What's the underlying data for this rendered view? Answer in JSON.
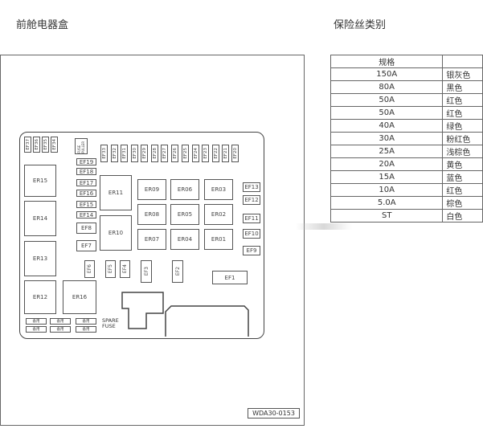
{
  "left_title": "前舱电器盒",
  "right_title": "保险丝类别",
  "drawing_code": "WDA30-0153",
  "spare_fuse_label": [
    "SPARE",
    "FUSE"
  ],
  "spare_slot_label": "备用",
  "top_fuses": [
    "EF37",
    "EF36",
    "EF35",
    "EF34",
    "EF33",
    "EF32",
    "EF31",
    "EF30",
    "EF29",
    "EF28",
    "EF27",
    "EF26",
    "EF25",
    "EF24",
    "EF23",
    "EF22",
    "EF21",
    "EF20"
  ],
  "fuse_puller_label": "FUSE PULLER",
  "relays": {
    "er15": "ER15",
    "er14": "ER14",
    "er13": "ER13",
    "er12": "ER12",
    "er16": "ER16",
    "er11": "ER11",
    "er10": "ER10",
    "er09": "ER09",
    "er06": "ER06",
    "er03": "ER03",
    "er08": "ER08",
    "er05": "ER05",
    "er02": "ER02",
    "er07": "ER07",
    "er04": "ER04",
    "er01": "ER01"
  },
  "fuses": {
    "ef19": "EF19",
    "ef18": "EF18",
    "ef17": "EF17",
    "ef16": "EF16",
    "ef15": "EF15",
    "ef14": "EF14",
    "ef8": "EF8",
    "ef7": "EF7",
    "ef13": "EF13",
    "ef12": "EF12",
    "ef11": "EF11",
    "ef10": "EF10",
    "ef9": "EF9",
    "ef6": "EF6",
    "ef5": "EF5",
    "ef4": "EF4",
    "ef3": "EF3",
    "ef2": "EF2",
    "ef1": "EF1"
  },
  "fuse_table": {
    "header": [
      "规格",
      ""
    ],
    "rows": [
      [
        "150A",
        "银灰色"
      ],
      [
        "80A",
        "黑色"
      ],
      [
        "50A",
        "红色"
      ],
      [
        "50A",
        "红色"
      ],
      [
        "40A",
        "绿色"
      ],
      [
        "30A",
        "粉红色"
      ],
      [
        "25A",
        "浅棕色"
      ],
      [
        "20A",
        "黄色"
      ],
      [
        "15A",
        "蓝色"
      ],
      [
        "10A",
        "红色"
      ],
      [
        "5.0A",
        "棕色"
      ],
      [
        "ST",
        "白色"
      ]
    ]
  }
}
